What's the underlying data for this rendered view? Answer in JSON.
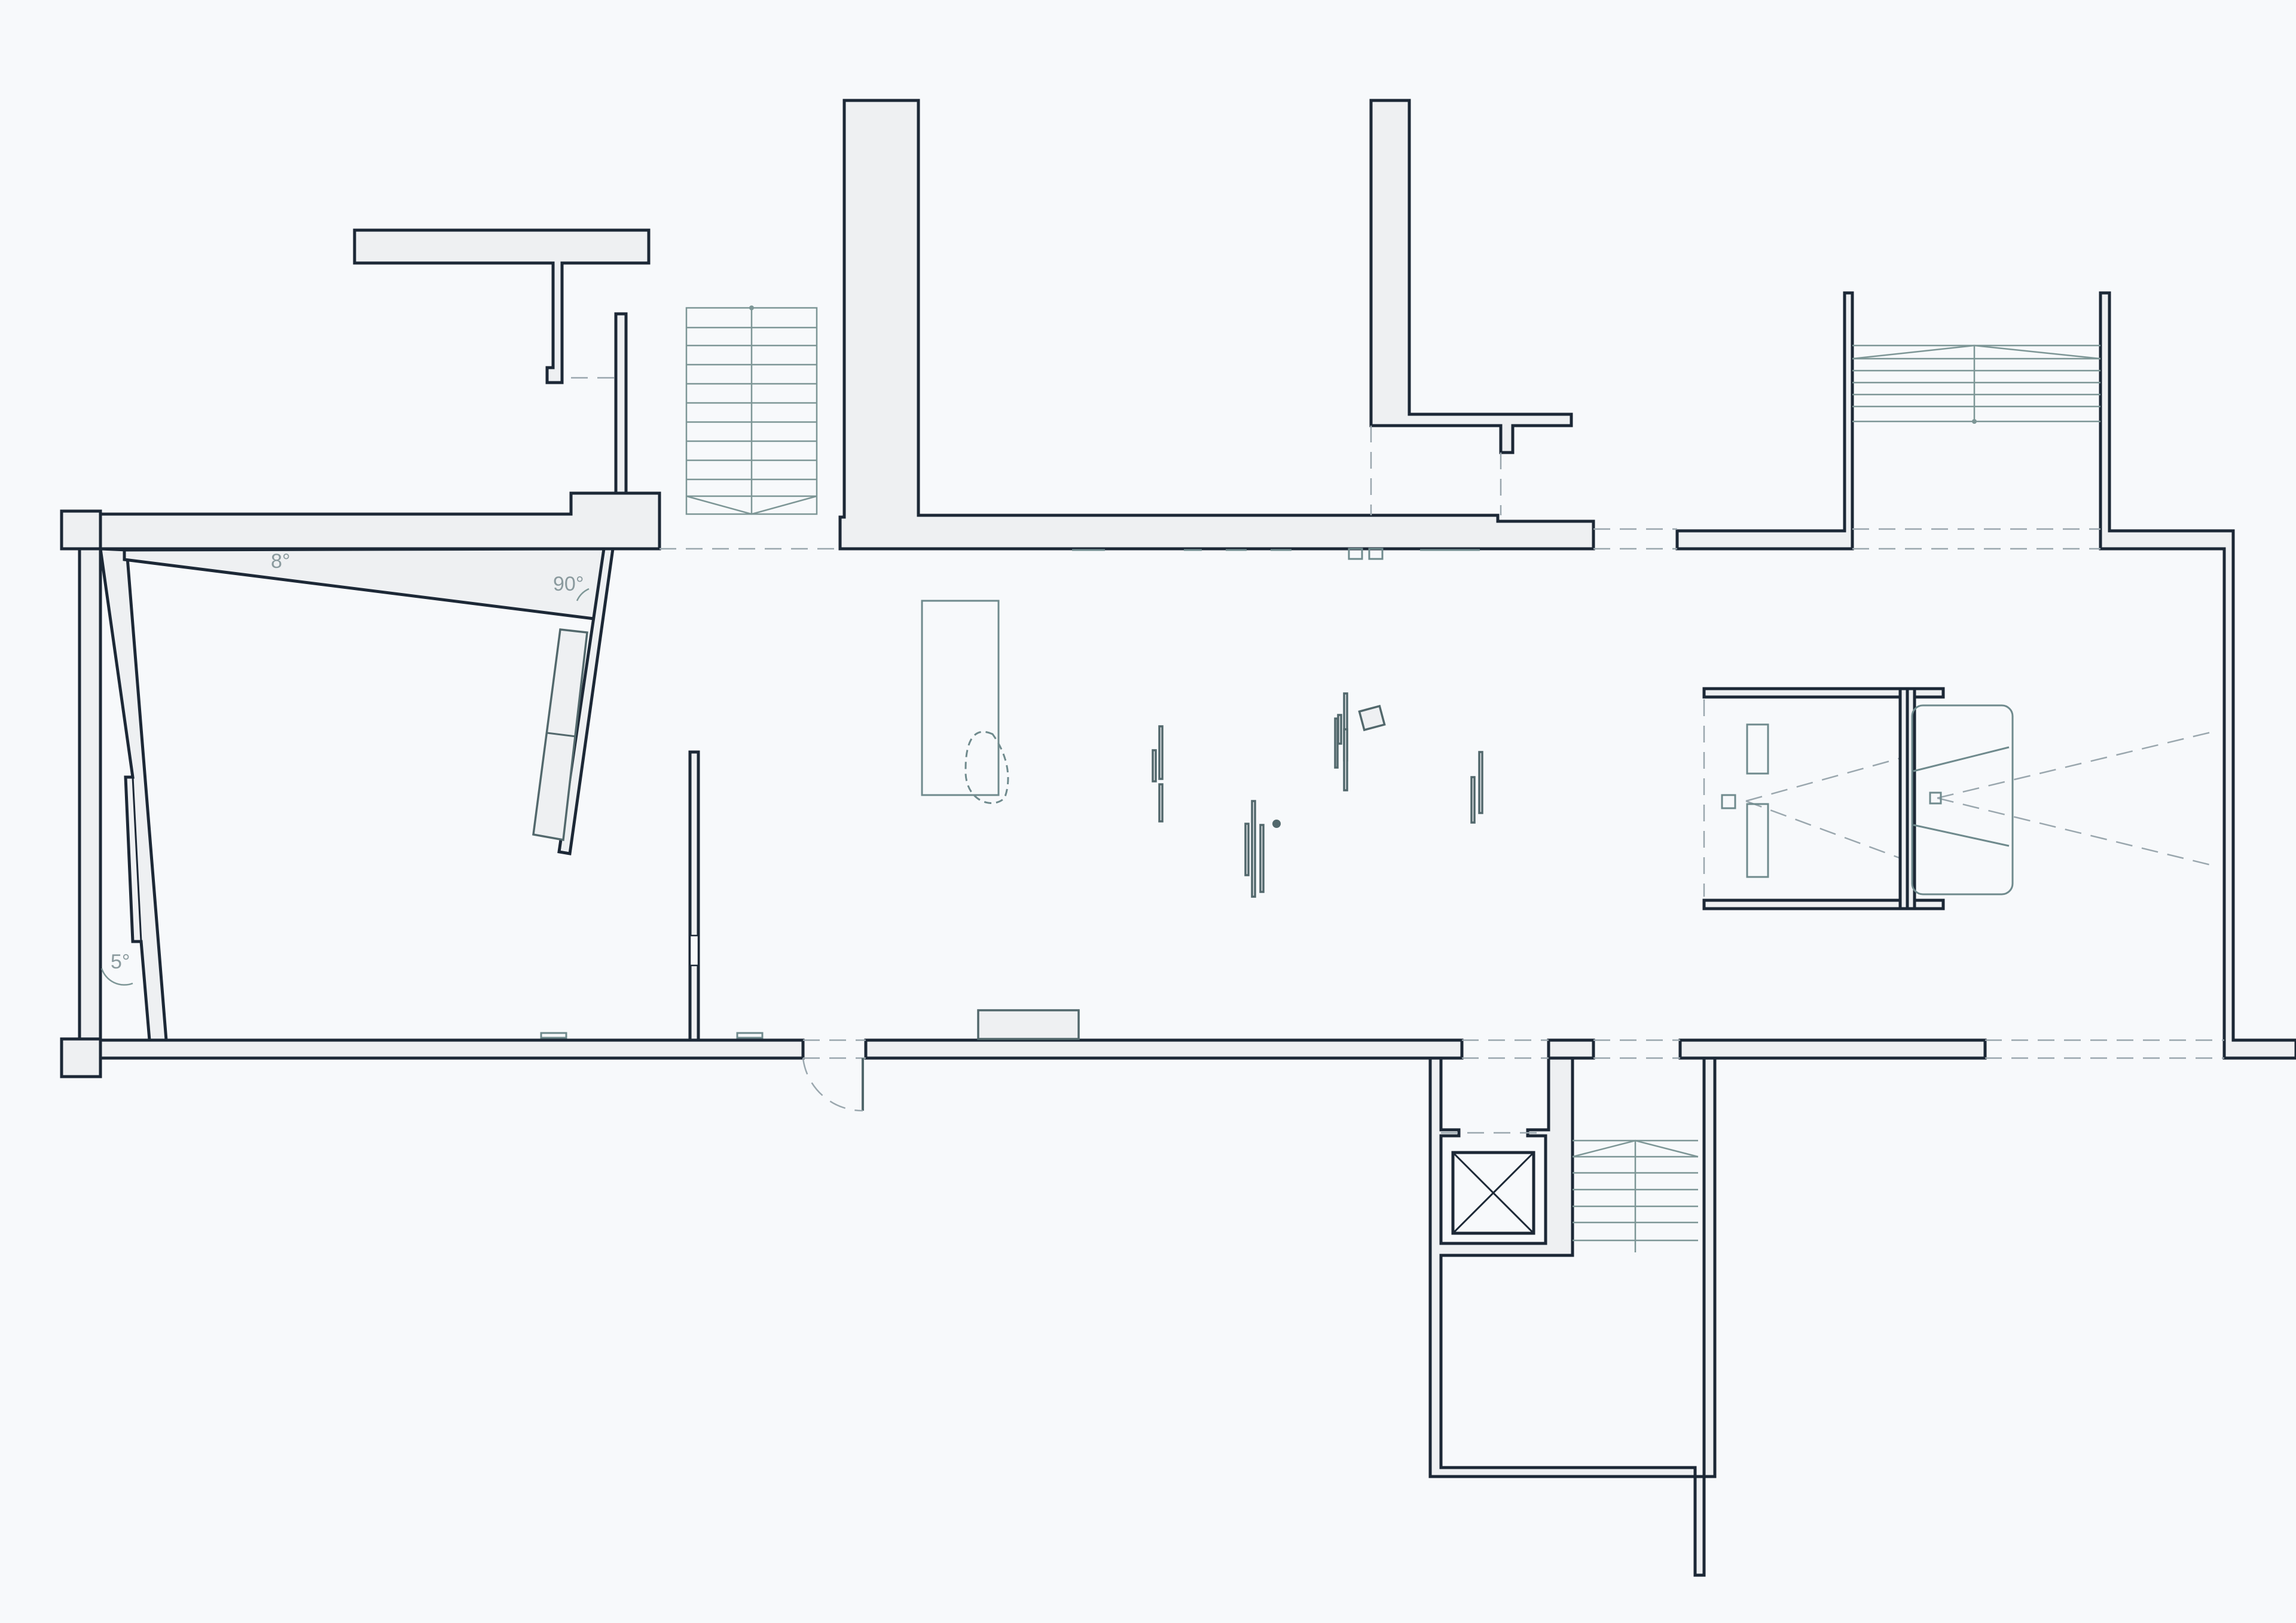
{
  "drawing": {
    "type": "floor-plan",
    "background": "#f7f9fb",
    "wall_color": "#1c2836",
    "fixture_color": "#6f8a8d",
    "angle_labels": [
      "8°",
      "90°",
      "5°"
    ]
  }
}
